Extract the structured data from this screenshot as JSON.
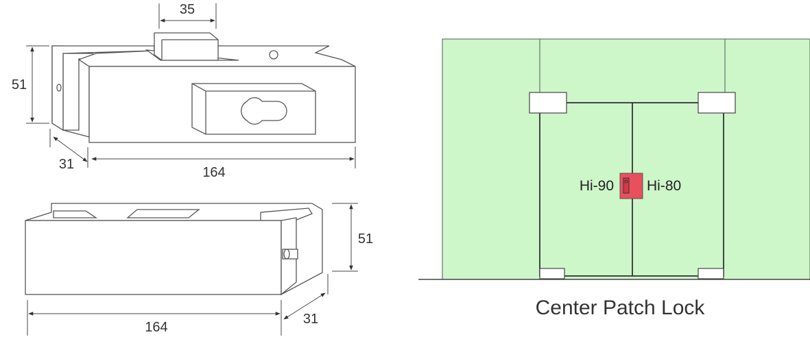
{
  "top_view": {
    "dimensions": {
      "width_top": "35",
      "height": "51",
      "depth": "31",
      "length": "164"
    }
  },
  "bottom_view": {
    "dimensions": {
      "height": "51",
      "depth": "31",
      "length": "164"
    }
  },
  "door_diagram": {
    "left_label": "Hi-90",
    "right_label": "Hi-80",
    "caption": "Center Patch Lock",
    "colors": {
      "glass": "#cdf6c9",
      "lock": "#e8505e",
      "line": "#333333"
    }
  }
}
